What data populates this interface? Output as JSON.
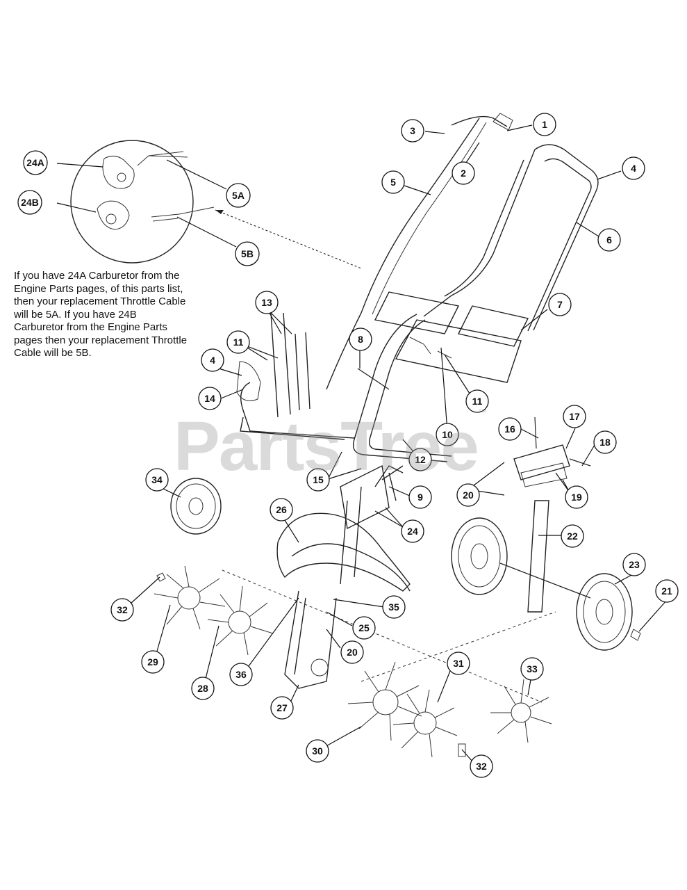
{
  "note": "If you have 24A Carburetor from the Engine Parts pages, of this parts list, then your replacement Throttle Cable will be 5A. If you have 24B Carburetor from the Engine Parts pages then your replacement Throttle Cable will be 5B.",
  "watermark": "PartsTree",
  "watermark_tm": "™",
  "callouts": [
    {
      "id": "c1",
      "label": "1"
    },
    {
      "id": "c2",
      "label": "2"
    },
    {
      "id": "c3",
      "label": "3"
    },
    {
      "id": "c4a",
      "label": "4"
    },
    {
      "id": "c4b",
      "label": "4"
    },
    {
      "id": "c5",
      "label": "5"
    },
    {
      "id": "c5a",
      "label": "5A"
    },
    {
      "id": "c5b",
      "label": "5B"
    },
    {
      "id": "c6",
      "label": "6"
    },
    {
      "id": "c7",
      "label": "7"
    },
    {
      "id": "c8",
      "label": "8"
    },
    {
      "id": "c9",
      "label": "9"
    },
    {
      "id": "c10",
      "label": "10"
    },
    {
      "id": "c11a",
      "label": "11"
    },
    {
      "id": "c11b",
      "label": "11"
    },
    {
      "id": "c12",
      "label": "12"
    },
    {
      "id": "c13",
      "label": "13"
    },
    {
      "id": "c14",
      "label": "14"
    },
    {
      "id": "c15",
      "label": "15"
    },
    {
      "id": "c16",
      "label": "16"
    },
    {
      "id": "c17",
      "label": "17"
    },
    {
      "id": "c18",
      "label": "18"
    },
    {
      "id": "c19",
      "label": "19"
    },
    {
      "id": "c20a",
      "label": "20"
    },
    {
      "id": "c20b",
      "label": "20"
    },
    {
      "id": "c21",
      "label": "21"
    },
    {
      "id": "c22",
      "label": "22"
    },
    {
      "id": "c23",
      "label": "23"
    },
    {
      "id": "c24",
      "label": "24"
    },
    {
      "id": "c24a",
      "label": "24A"
    },
    {
      "id": "c24b",
      "label": "24B"
    },
    {
      "id": "c25",
      "label": "25"
    },
    {
      "id": "c26",
      "label": "26"
    },
    {
      "id": "c27",
      "label": "27"
    },
    {
      "id": "c28",
      "label": "28"
    },
    {
      "id": "c29",
      "label": "29"
    },
    {
      "id": "c30",
      "label": "30"
    },
    {
      "id": "c31",
      "label": "31"
    },
    {
      "id": "c32a",
      "label": "32"
    },
    {
      "id": "c32b",
      "label": "32"
    },
    {
      "id": "c33",
      "label": "33"
    },
    {
      "id": "c34",
      "label": "34"
    },
    {
      "id": "c35",
      "label": "35"
    },
    {
      "id": "c36",
      "label": "36"
    }
  ]
}
